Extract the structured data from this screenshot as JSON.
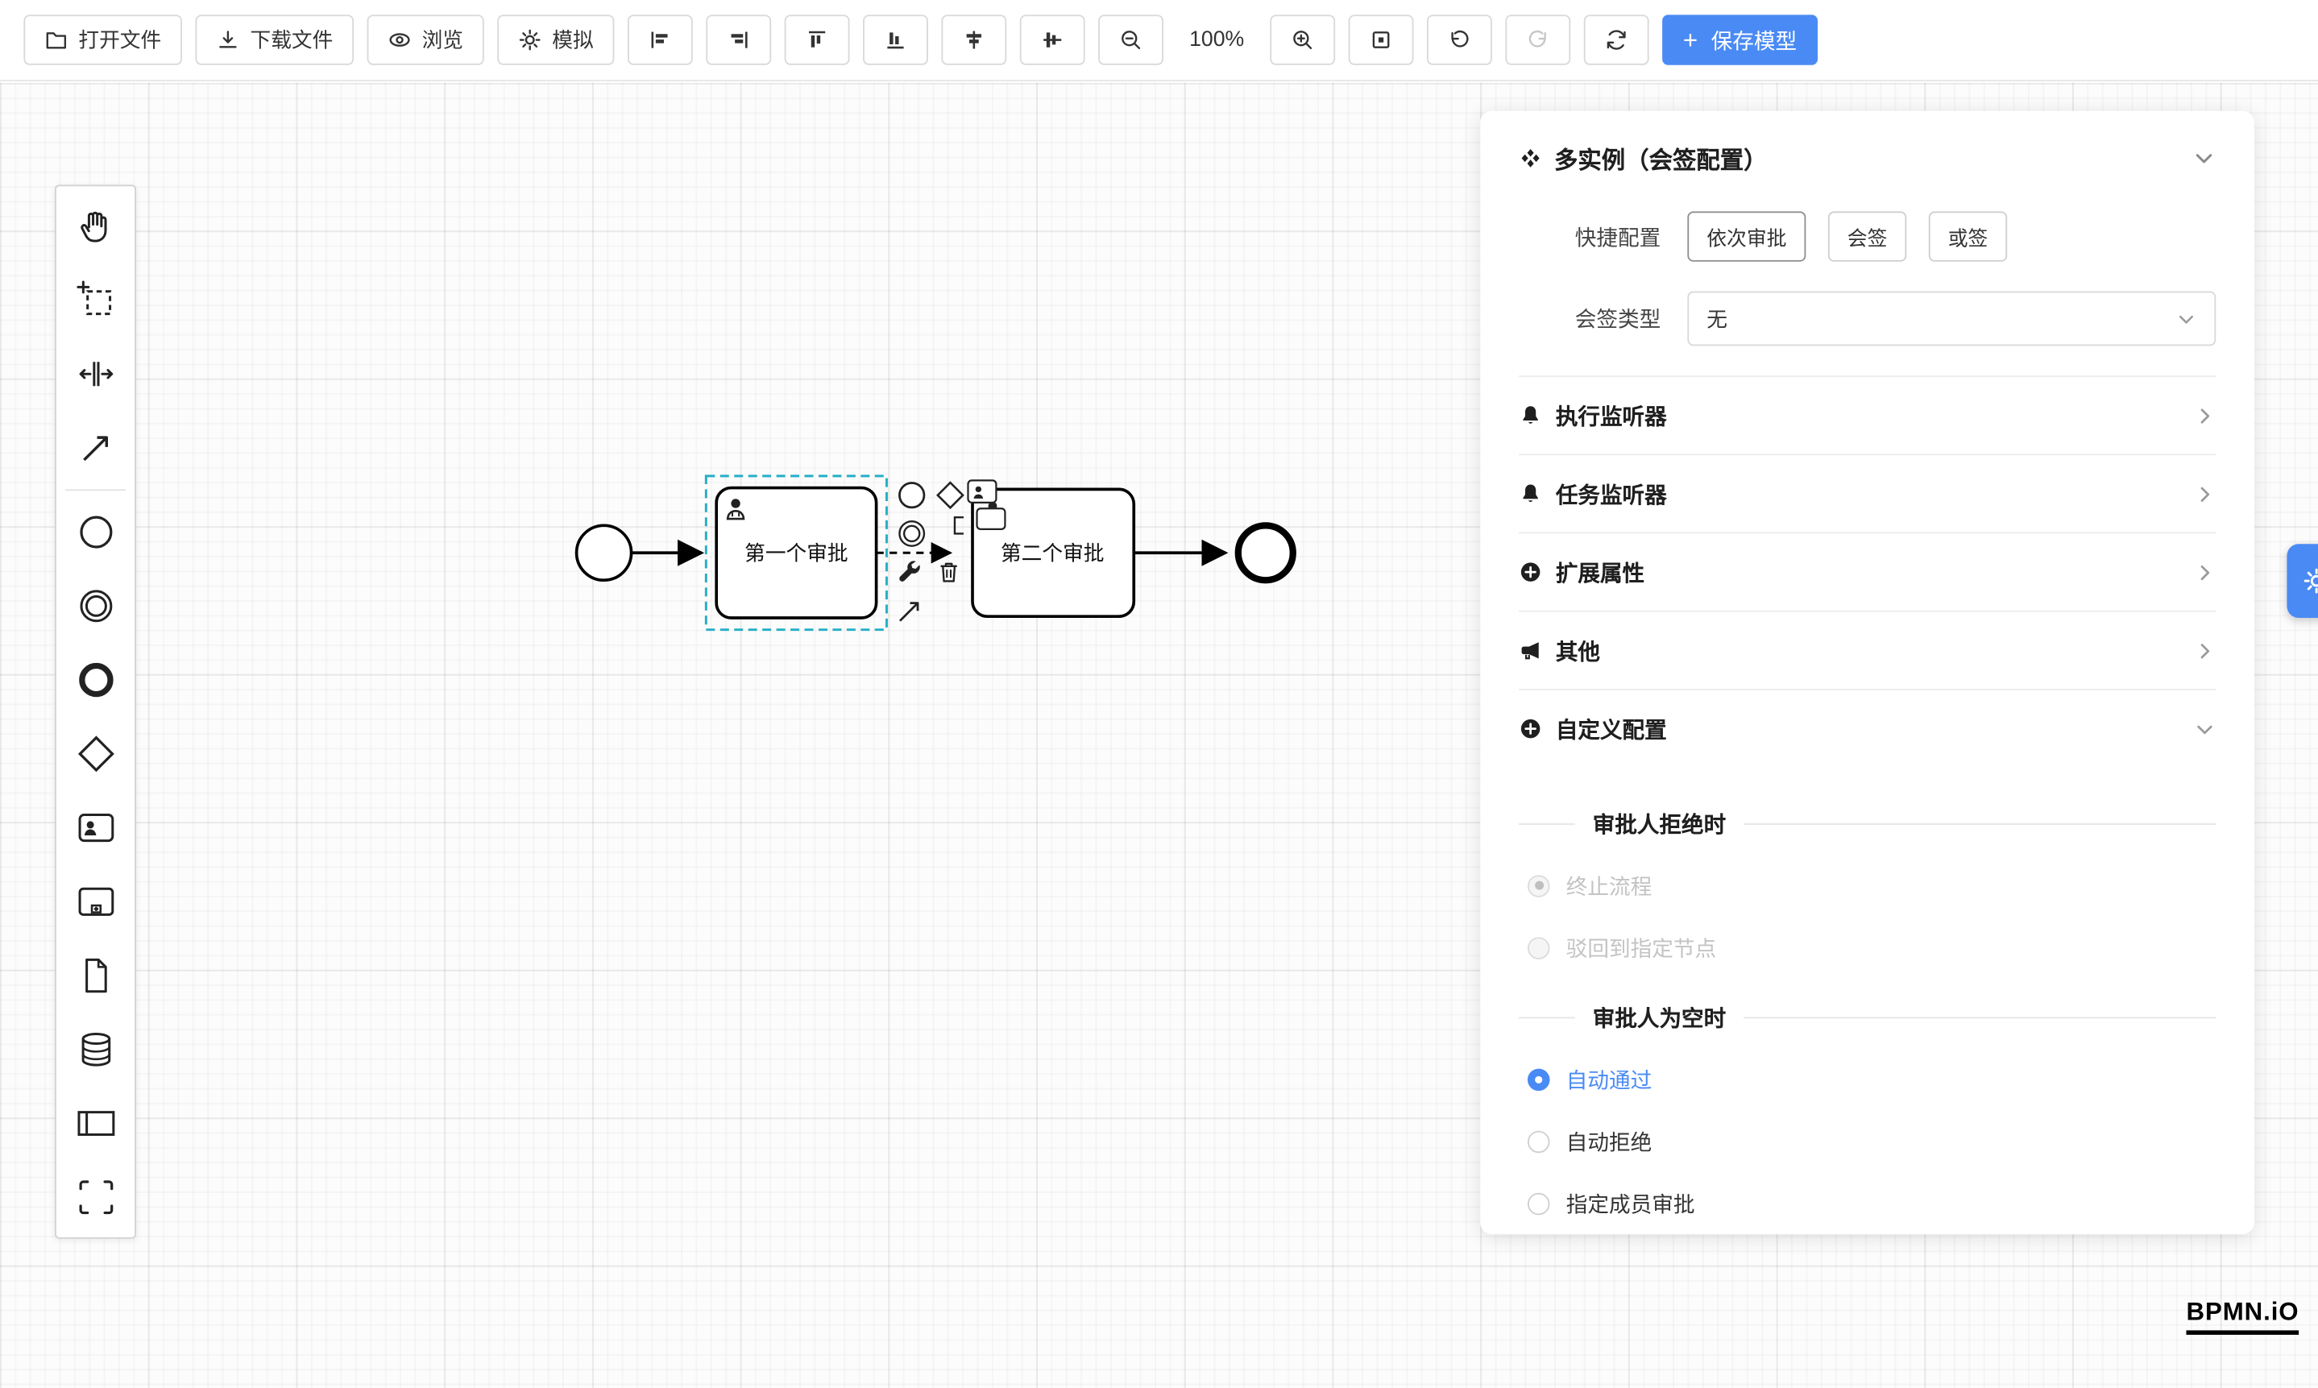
{
  "toolbar": {
    "open_file": "打开文件",
    "download_file": "下载文件",
    "preview": "浏览",
    "simulate": "模拟",
    "zoom_level": "100%",
    "save_plus": "+",
    "save_model": "保存模型"
  },
  "canvas": {
    "task1_label": "第一个审批",
    "task2_label": "第二个审批"
  },
  "panel": {
    "title": "多实例（会签配置）",
    "quick_config_label": "快捷配置",
    "quick_options": [
      "依次审批",
      "会签",
      "或签"
    ],
    "sign_type_label": "会签类型",
    "sign_type_value": "无",
    "sections": [
      "执行监听器",
      "任务监听器",
      "扩展属性",
      "其他",
      "自定义配置"
    ],
    "reject_title": "审批人拒绝时",
    "reject_options": [
      {
        "label": "终止流程",
        "selected": true,
        "disabled": true
      },
      {
        "label": "驳回到指定节点",
        "selected": false,
        "disabled": true
      }
    ],
    "empty_title": "审批人为空时",
    "empty_options": [
      {
        "label": "自动通过",
        "selected": true
      },
      {
        "label": "自动拒绝",
        "selected": false
      },
      {
        "label": "指定成员审批",
        "selected": false
      }
    ]
  },
  "logo": "BPMN.iO",
  "colors": {
    "accent": "#4a8af4",
    "selection_outline": "#26aec6",
    "stroke": "#000000"
  },
  "icons": {
    "toolbar": [
      "folder-icon",
      "download-icon",
      "eye-icon",
      "simulate-icon",
      "align-left-icon",
      "align-right-icon",
      "align-top-icon",
      "align-bottom-icon",
      "align-hcenter-icon",
      "align-vcenter-icon",
      "zoom-out-icon",
      "zoom-in-icon",
      "fit-view-icon",
      "undo-icon",
      "redo-icon",
      "refresh-icon",
      "plus-icon"
    ],
    "palette": [
      "hand-tool-icon",
      "lasso-tool-icon",
      "space-tool-icon",
      "connect-tool-icon",
      "start-event-icon",
      "intermediate-event-icon",
      "end-event-icon",
      "gateway-icon",
      "user-task-icon",
      "subprocess-icon",
      "document-icon",
      "datastore-icon",
      "pool-icon",
      "group-icon"
    ],
    "panel": [
      "multi-instance-icon",
      "bell-icon",
      "plus-circle-icon",
      "megaphone-icon",
      "chevron-right-icon",
      "chevron-down-icon"
    ],
    "context_pad": [
      "append-end-event-icon",
      "append-gateway-icon",
      "append-user-task-icon",
      "append-intermediate-event-icon",
      "append-task-icon",
      "text-annotation-icon",
      "wrench-icon",
      "trash-icon",
      "connect-arrow-icon"
    ],
    "misc": [
      "gear-icon",
      "person-icon"
    ]
  }
}
